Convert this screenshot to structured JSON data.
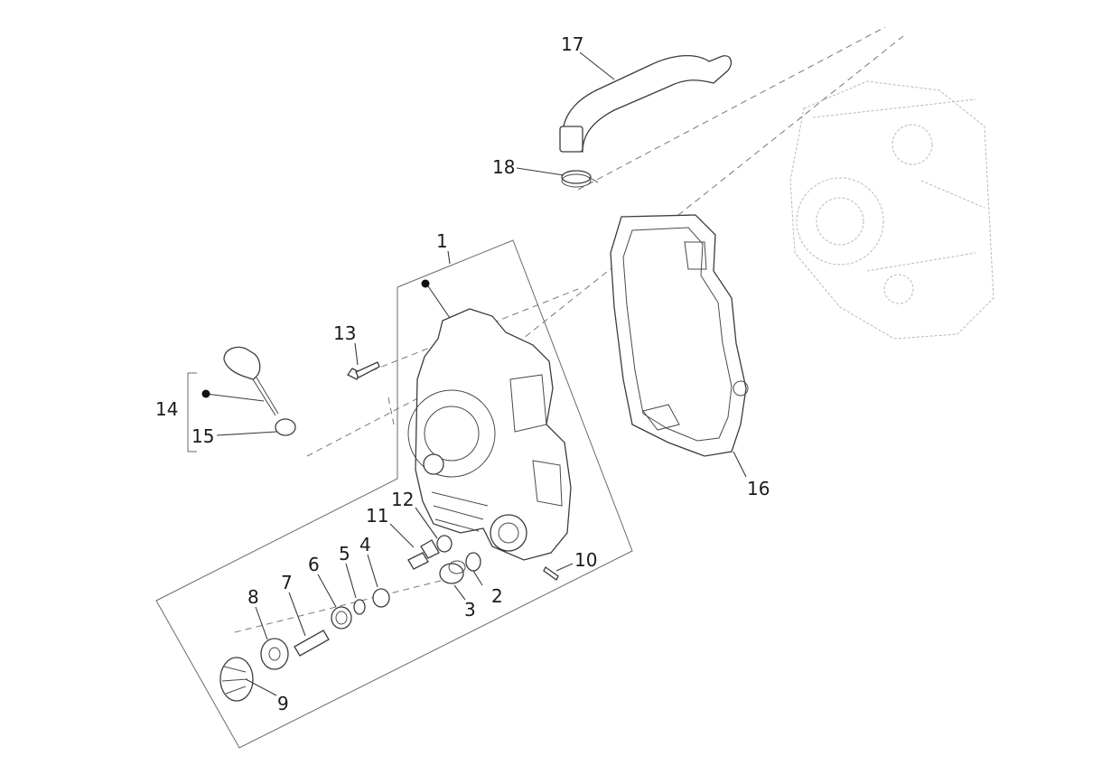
{
  "diagram": {
    "callouts": [
      {
        "id": "1",
        "text": "1"
      },
      {
        "id": "2",
        "text": "2"
      },
      {
        "id": "3",
        "text": "3"
      },
      {
        "id": "4",
        "text": "4"
      },
      {
        "id": "5",
        "text": "5"
      },
      {
        "id": "6",
        "text": "6"
      },
      {
        "id": "7",
        "text": "7"
      },
      {
        "id": "8",
        "text": "8"
      },
      {
        "id": "9",
        "text": "9"
      },
      {
        "id": "10",
        "text": "10"
      },
      {
        "id": "11",
        "text": "11"
      },
      {
        "id": "12",
        "text": "12"
      },
      {
        "id": "13",
        "text": "13"
      },
      {
        "id": "14",
        "text": "14"
      },
      {
        "id": "15",
        "text": "15"
      },
      {
        "id": "16",
        "text": "16"
      },
      {
        "id": "17",
        "text": "17"
      },
      {
        "id": "18",
        "text": "18"
      }
    ],
    "colors": {
      "line": "#3c3c3c",
      "ghost": "#b8b8b8",
      "background": "#ffffff"
    }
  }
}
